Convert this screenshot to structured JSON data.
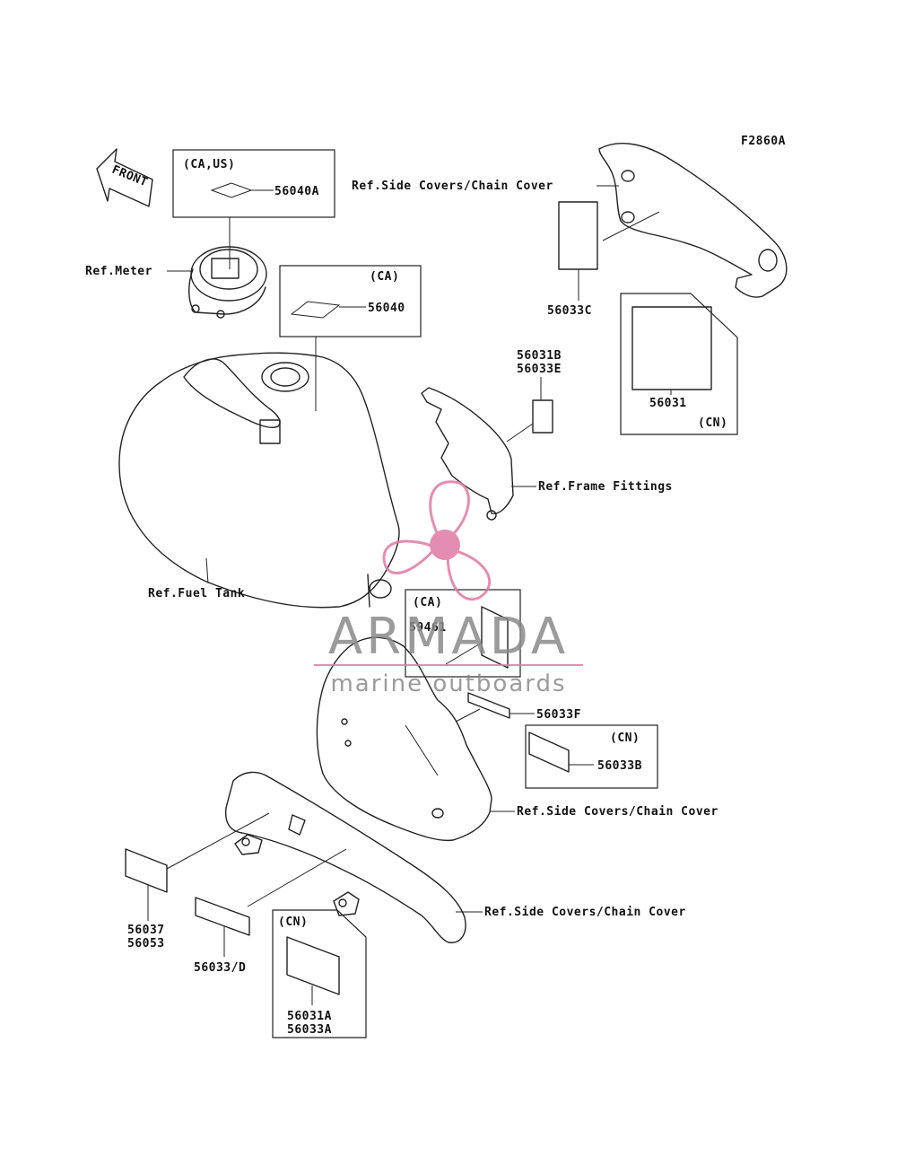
{
  "figure_code": "F2860A",
  "front_label": "FRONT",
  "labels": {
    "ref_side_covers_top": "Ref.Side Covers/Chain Cover",
    "ref_meter": "Ref.Meter",
    "ref_frame_fittings": "Ref.Frame Fittings",
    "ref_fuel_tank": "Ref.Fuel Tank",
    "ref_side_covers_mid": "Ref.Side Covers/Chain Cover",
    "ref_side_covers_bottom": "Ref.Side Covers/Chain Cover"
  },
  "boxes": {
    "box_ca_us": {
      "region": "(CA,US)",
      "part": "56040A"
    },
    "box_ca_1": {
      "region": "(CA)",
      "part": "56040"
    },
    "box_cn_1": {
      "region": "(CN)",
      "part": "56031"
    },
    "box_ca_2": {
      "region": "(CA)",
      "part": "59461"
    },
    "box_cn_2": {
      "region": "(CN)",
      "part": "56033B"
    },
    "box_cn_3": {
      "region": "(CN)",
      "part_a": "56031A",
      "part_b": "56033A"
    }
  },
  "parts": {
    "p56033c": "56033C",
    "p56031b": "56031B",
    "p56033e": "56033E",
    "p56033f": "56033F",
    "p56037": "56037",
    "p56053": "56053",
    "p56033d": "56033/D"
  },
  "watermark": {
    "brand": "ARMADA",
    "tagline": "marine outboards",
    "color_pink": "#e07aa5",
    "color_gray": "#8a8a8a"
  }
}
